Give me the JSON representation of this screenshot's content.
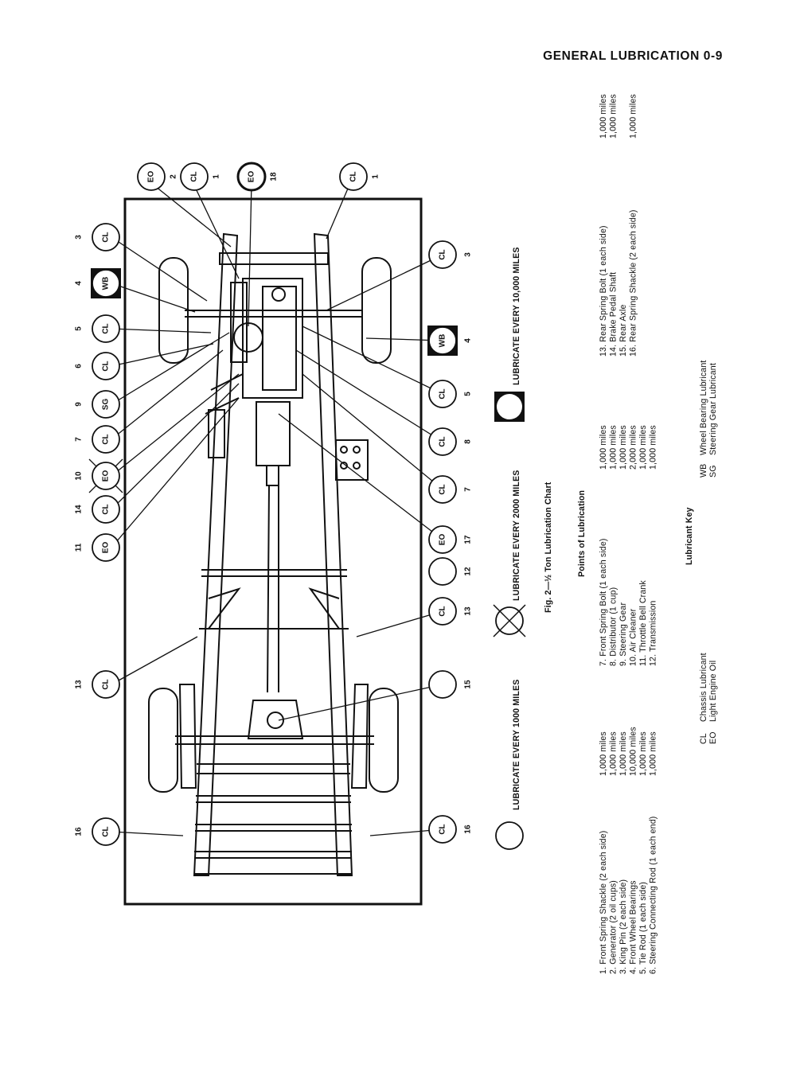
{
  "header": {
    "title": "GENERAL LUBRICATION 0-9"
  },
  "legend": {
    "every_1000": "LUBRICATE EVERY 1000 MILES",
    "every_2000": "LUBRICATE EVERY 2000 MILES",
    "every_10000": "LUBRICATE EVERY 10,000 MILES"
  },
  "figure": {
    "caption": "Fig. 2—½ Ton Lubrication Chart"
  },
  "points_heading": "Points of Lubrication",
  "points": [
    {
      "label": "1. Front Spring Shackle (2 each side)",
      "miles": "1,000 miles"
    },
    {
      "label": "2. Generator (2 oil cups)",
      "miles": "1,000 miles"
    },
    {
      "label": "3. King Pin (2 each side)",
      "miles": "1,000 miles"
    },
    {
      "label": "4. Front Wheel Bearings",
      "miles": "10,000 miles"
    },
    {
      "label": "5. Tie Rod (1 each side)",
      "miles": "1,000 miles"
    },
    {
      "label": "6. Steering Connecting Rod (1 each end)",
      "miles": "1,000 miles"
    },
    {
      "label": "7. Front Spring Bolt (1 each side)",
      "miles": "1,000 miles"
    },
    {
      "label": "8. Distributor (1 cup)",
      "miles": "1,000 miles"
    },
    {
      "label": "9. Steering Gear",
      "miles": "1,000 miles"
    },
    {
      "label": "10. Air Cleaner",
      "miles": "2,000 miles"
    },
    {
      "label": "11. Throttle Bell Crank",
      "miles": "1,000 miles"
    },
    {
      "label": "12. Transmission",
      "miles": "1,000 miles"
    },
    {
      "label": "13. Rear Spring Bolt (1 each side)",
      "miles": "1,000 miles"
    },
    {
      "label": "14. Brake Pedal Shaft",
      "miles": "1,000 miles"
    },
    {
      "label": "15. Rear Axle",
      "miles": ""
    },
    {
      "label": "16. Rear Spring Shackle (2 each side)",
      "miles": "1,000 miles"
    }
  ],
  "key_heading": "Lubricant Key",
  "key": [
    {
      "code": "CL",
      "name": "Chassis Lubricant"
    },
    {
      "code": "EO",
      "name": "Light Engine Oil"
    },
    {
      "code": "WB",
      "name": "Wheel Bearing Lubricant"
    },
    {
      "code": "SG",
      "name": "Steering Gear Lubricant"
    }
  ],
  "callouts": [
    {
      "num": "3",
      "code": "CL",
      "style": "normal"
    },
    {
      "num": "4",
      "code": "WB",
      "style": "filled"
    },
    {
      "num": "5",
      "code": "CL",
      "style": "normal"
    },
    {
      "num": "6",
      "code": "CL",
      "style": "normal"
    },
    {
      "num": "9",
      "code": "SG",
      "style": "normal"
    },
    {
      "num": "7",
      "code": "CL",
      "style": "normal"
    },
    {
      "num": "10",
      "code": "EO",
      "style": "crossed"
    },
    {
      "num": "14",
      "code": "CL",
      "style": "normal"
    },
    {
      "num": "11",
      "code": "EO",
      "style": "normal"
    },
    {
      "num": "13",
      "code": "CL",
      "style": "normal"
    },
    {
      "num": "16",
      "code": "CL",
      "style": "normal"
    },
    {
      "num": "2",
      "code": "EO",
      "style": "normal"
    },
    {
      "num": "1",
      "code": "CL",
      "style": "normal"
    },
    {
      "num": "18",
      "code": "EO",
      "style": "bold"
    },
    {
      "num": "1",
      "code": "CL",
      "style": "normal"
    },
    {
      "num": "3",
      "code": "CL",
      "style": "normal"
    },
    {
      "num": "4",
      "code": "WB",
      "style": "filled"
    },
    {
      "num": "5",
      "code": "CL",
      "style": "normal"
    },
    {
      "num": "8",
      "code": "CL",
      "style": "normal"
    },
    {
      "num": "7",
      "code": "CL",
      "style": "normal"
    },
    {
      "num": "17",
      "code": "EO",
      "style": "normal"
    },
    {
      "num": "12",
      "code": "",
      "style": "normal"
    },
    {
      "num": "13",
      "code": "CL",
      "style": "normal"
    },
    {
      "num": "15",
      "code": "",
      "style": "normal"
    },
    {
      "num": "16",
      "code": "CL",
      "style": "normal"
    }
  ]
}
